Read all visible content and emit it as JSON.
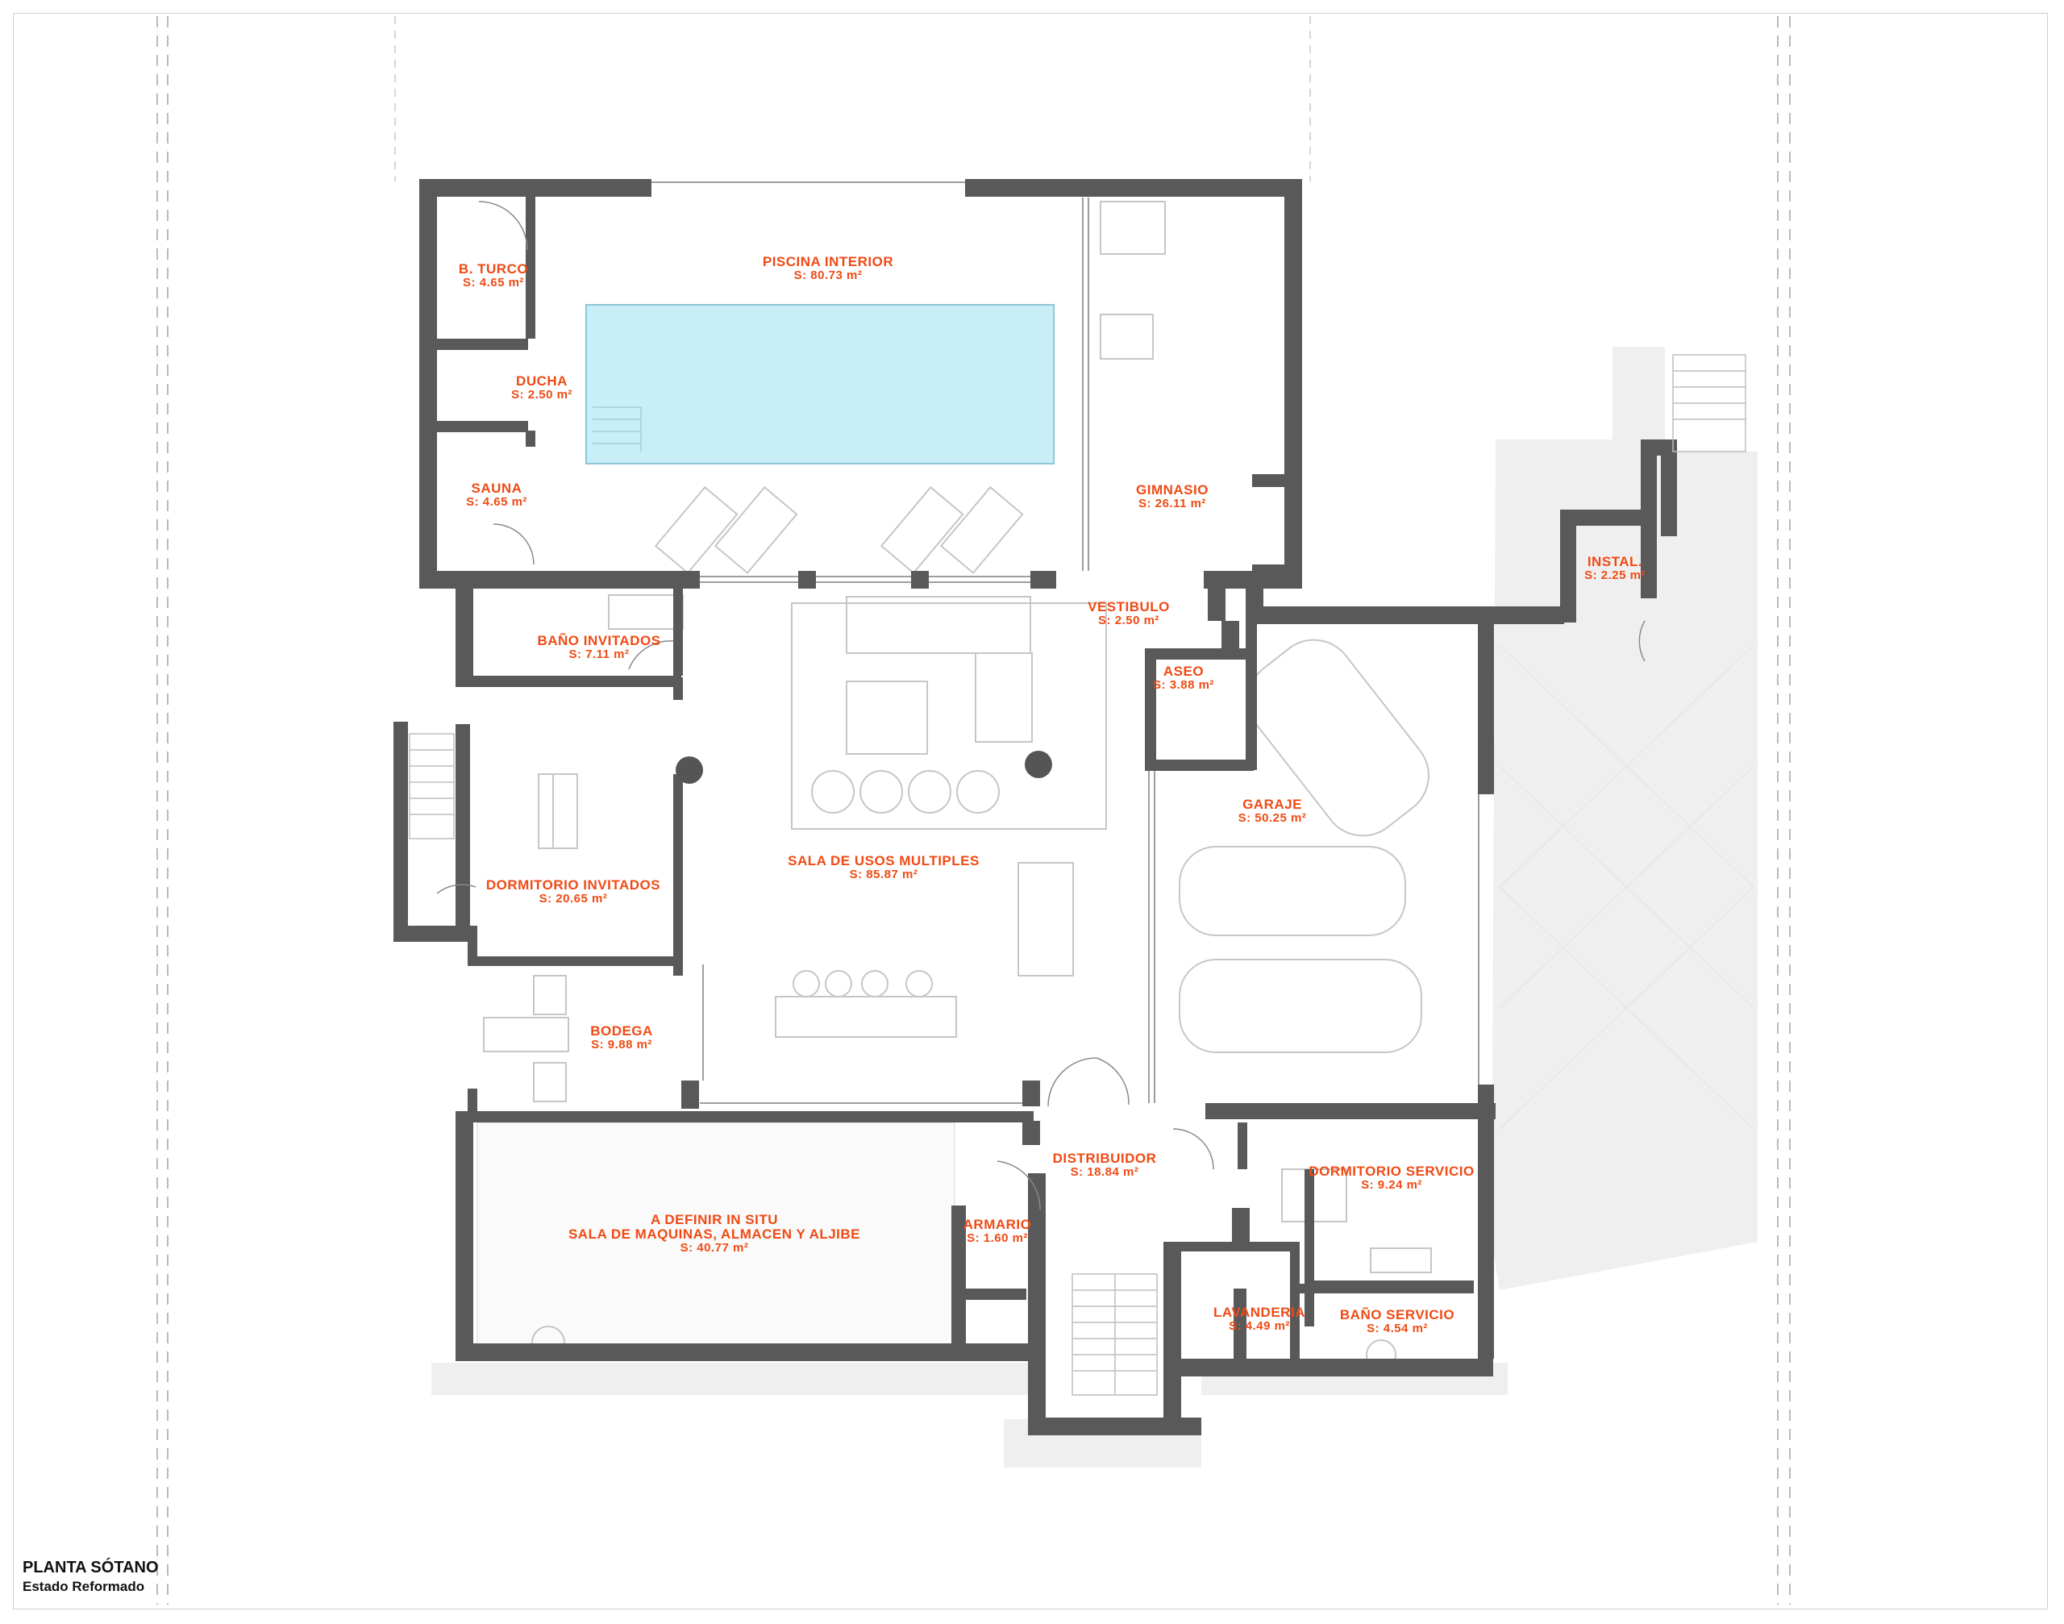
{
  "drawing": {
    "title": "PLANTA SÓTANO",
    "subtitle": "Estado Reformado"
  },
  "colors": {
    "wall": "#595959",
    "pool_water": "#c8eef8",
    "label": "#f04a14",
    "line": "#bdbdbd",
    "shade": "#ececec"
  },
  "rooms": [
    {
      "id": "b-turco",
      "name": "B. TURCO",
      "area": "S: 4.65 m²"
    },
    {
      "id": "ducha",
      "name": "DUCHA",
      "area": "S: 2.50 m²"
    },
    {
      "id": "sauna",
      "name": "SAUNA",
      "area": "S: 4.65 m²"
    },
    {
      "id": "piscina",
      "name": "PISCINA INTERIOR",
      "area": "S: 80.73 m²"
    },
    {
      "id": "gimnasio",
      "name": "GIMNASIO",
      "area": "S: 26.11 m²"
    },
    {
      "id": "vestibulo",
      "name": "VESTIBULO",
      "area": "S: 2.50 m²"
    },
    {
      "id": "instal",
      "name": "INSTAL.",
      "area": "S: 2.25 m²"
    },
    {
      "id": "bano-invitados",
      "name": "BAÑO INVITADOS",
      "area": "S: 7.11 m²"
    },
    {
      "id": "aseo",
      "name": "ASEO",
      "area": "S: 3.88 m²"
    },
    {
      "id": "garaje",
      "name": "GARAJE",
      "area": "S: 50.25 m²"
    },
    {
      "id": "dormitorio-invitados",
      "name": "DORMITORIO INVITADOS",
      "area": "S: 20.65 m²"
    },
    {
      "id": "sala-usos",
      "name": "SALA DE USOS MULTIPLES",
      "area": "S: 85.87 m²"
    },
    {
      "id": "bodega",
      "name": "BODEGA",
      "area": "S: 9.88 m²"
    },
    {
      "id": "distribuidor",
      "name": "DISTRIBUIDOR",
      "area": "S: 18.84 m²"
    },
    {
      "id": "dormitorio-servicio",
      "name": "DORMITORIO SERVICIO",
      "area": "S: 9.24 m²"
    },
    {
      "id": "sala-maquinas",
      "name": "A DEFINIR IN SITU",
      "name2": "SALA DE MAQUINAS, ALMACEN Y ALJIBE",
      "area": "S: 40.77 m²"
    },
    {
      "id": "armario",
      "name": "ARMARIO",
      "area": "S: 1.60 m²"
    },
    {
      "id": "lavanderia",
      "name": "LAVANDERIA",
      "area": "S: 4.49 m²"
    },
    {
      "id": "bano-servicio",
      "name": "BAÑO SERVICIO",
      "area": "S: 4.54 m²"
    }
  ]
}
